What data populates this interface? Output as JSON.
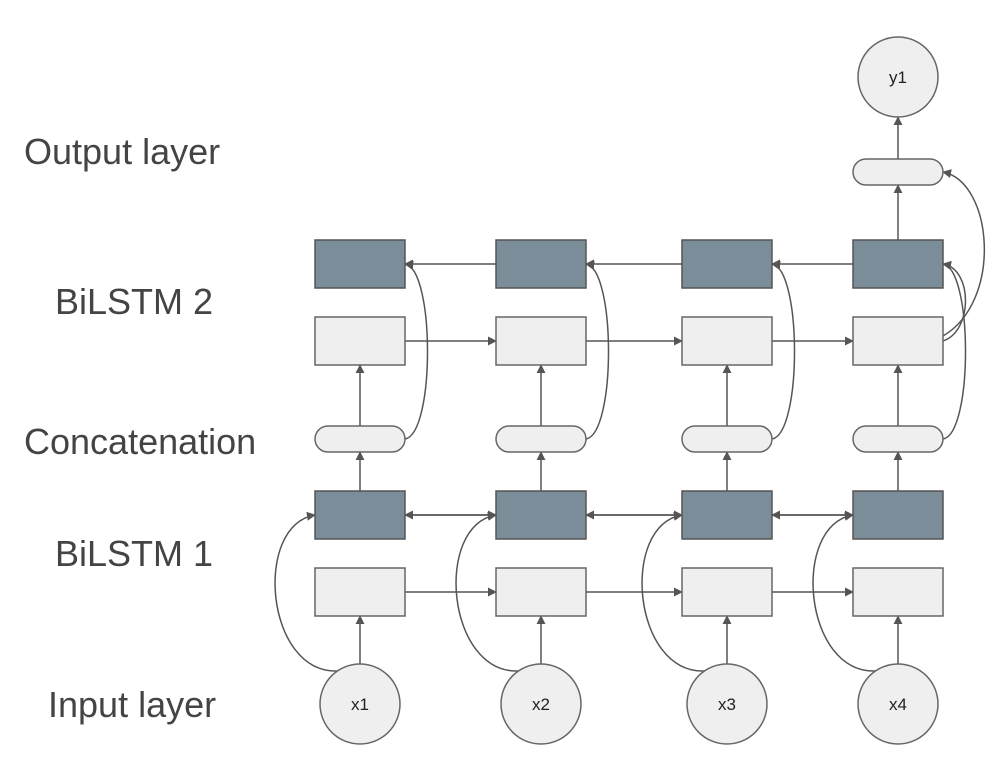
{
  "layers": {
    "output": "Output layer",
    "bilstm2": "BiLSTM 2",
    "concat": "Concatenation",
    "bilstm1": "BiLSTM 1",
    "input": "Input layer"
  },
  "inputs": [
    "x1",
    "x2",
    "x3",
    "x4"
  ],
  "output_node": "y1",
  "colors": {
    "forward_cell": "#efefef",
    "backward_cell": "#7b8d99",
    "line": "#555555"
  }
}
